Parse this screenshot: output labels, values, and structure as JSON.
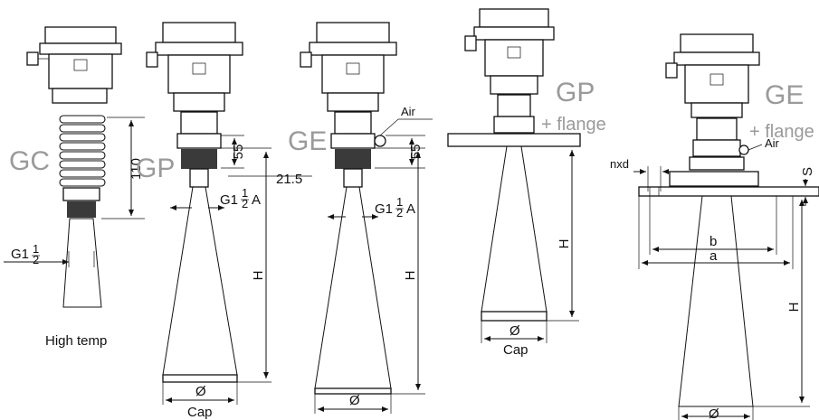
{
  "labels": {
    "gc": "GC",
    "gp": "GP",
    "ge": "GE",
    "gp_flange_title": "GP",
    "gp_flange_sub": "+ flange",
    "ge_flange_title": "GE",
    "ge_flange_sub": "+ flange",
    "high_temp": "High temp",
    "air": "Air",
    "cap": "Cap"
  },
  "dimensions": {
    "d110": "110",
    "d55": "55",
    "d21_5": "21.5",
    "thread": "G1",
    "thread_frac_num": "1",
    "thread_frac_den": "2",
    "thread_suffix": "A",
    "h": "H",
    "dia": "Ø",
    "nxd": "nxd",
    "s": "S",
    "b": "b",
    "a": "a"
  }
}
